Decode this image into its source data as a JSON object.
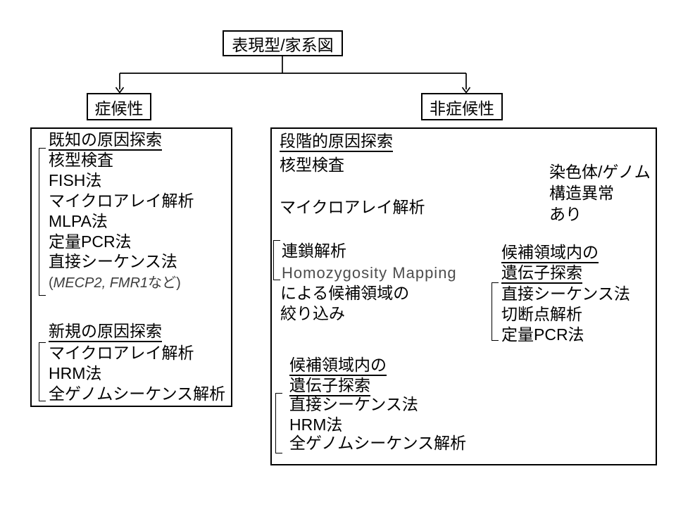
{
  "diagram_title": "表現型/家系図",
  "branches": {
    "symptomatic": "症候性",
    "nonsymptomatic": "非症候性"
  },
  "symptomatic_panel": {
    "known_heading": "既知の原因探索",
    "known_methods": [
      "核型検査",
      "FISH法",
      "マイクロアレイ解析",
      "MLPA法",
      "定量PCR法",
      "直接シーケンス法"
    ],
    "gene_example": {
      "open": "(",
      "genes": "MECP2, FMR1",
      "close": "など)"
    },
    "novel_heading": "新規の原因探索",
    "novel_methods": [
      "マイクロアレイ解析",
      "HRM法",
      "全ゲノムシーケンス解析"
    ]
  },
  "nonsymptomatic_panel": {
    "stepwise_heading": "段階的原因探索",
    "step_karyotype": "核型検査",
    "step_microarray": "マイクロアレイ解析",
    "linkage_methods": [
      "連鎖解析",
      "Homozygosity Mapping"
    ],
    "narrowing_lines": [
      "による候補領域の",
      "絞り込み"
    ],
    "candidate_gene_heading": [
      "候補領域内の",
      "遺伝子探索"
    ],
    "candidate_gene_methods": [
      "直接シーケンス法",
      "HRM法",
      "全ゲノムシーケンス解析"
    ],
    "structural_branch_label": [
      "染色体/ゲノム",
      "構造異常",
      "あり"
    ],
    "region_gene_heading": [
      "候補領域内の",
      "遺伝子探索"
    ],
    "region_gene_methods": [
      "直接シーケンス法",
      "切断点解析",
      "定量PCR法"
    ]
  },
  "colors": {
    "line": "#000000",
    "text": "#000000",
    "latin_text": "#4d4d4d",
    "background": "#ffffff"
  }
}
